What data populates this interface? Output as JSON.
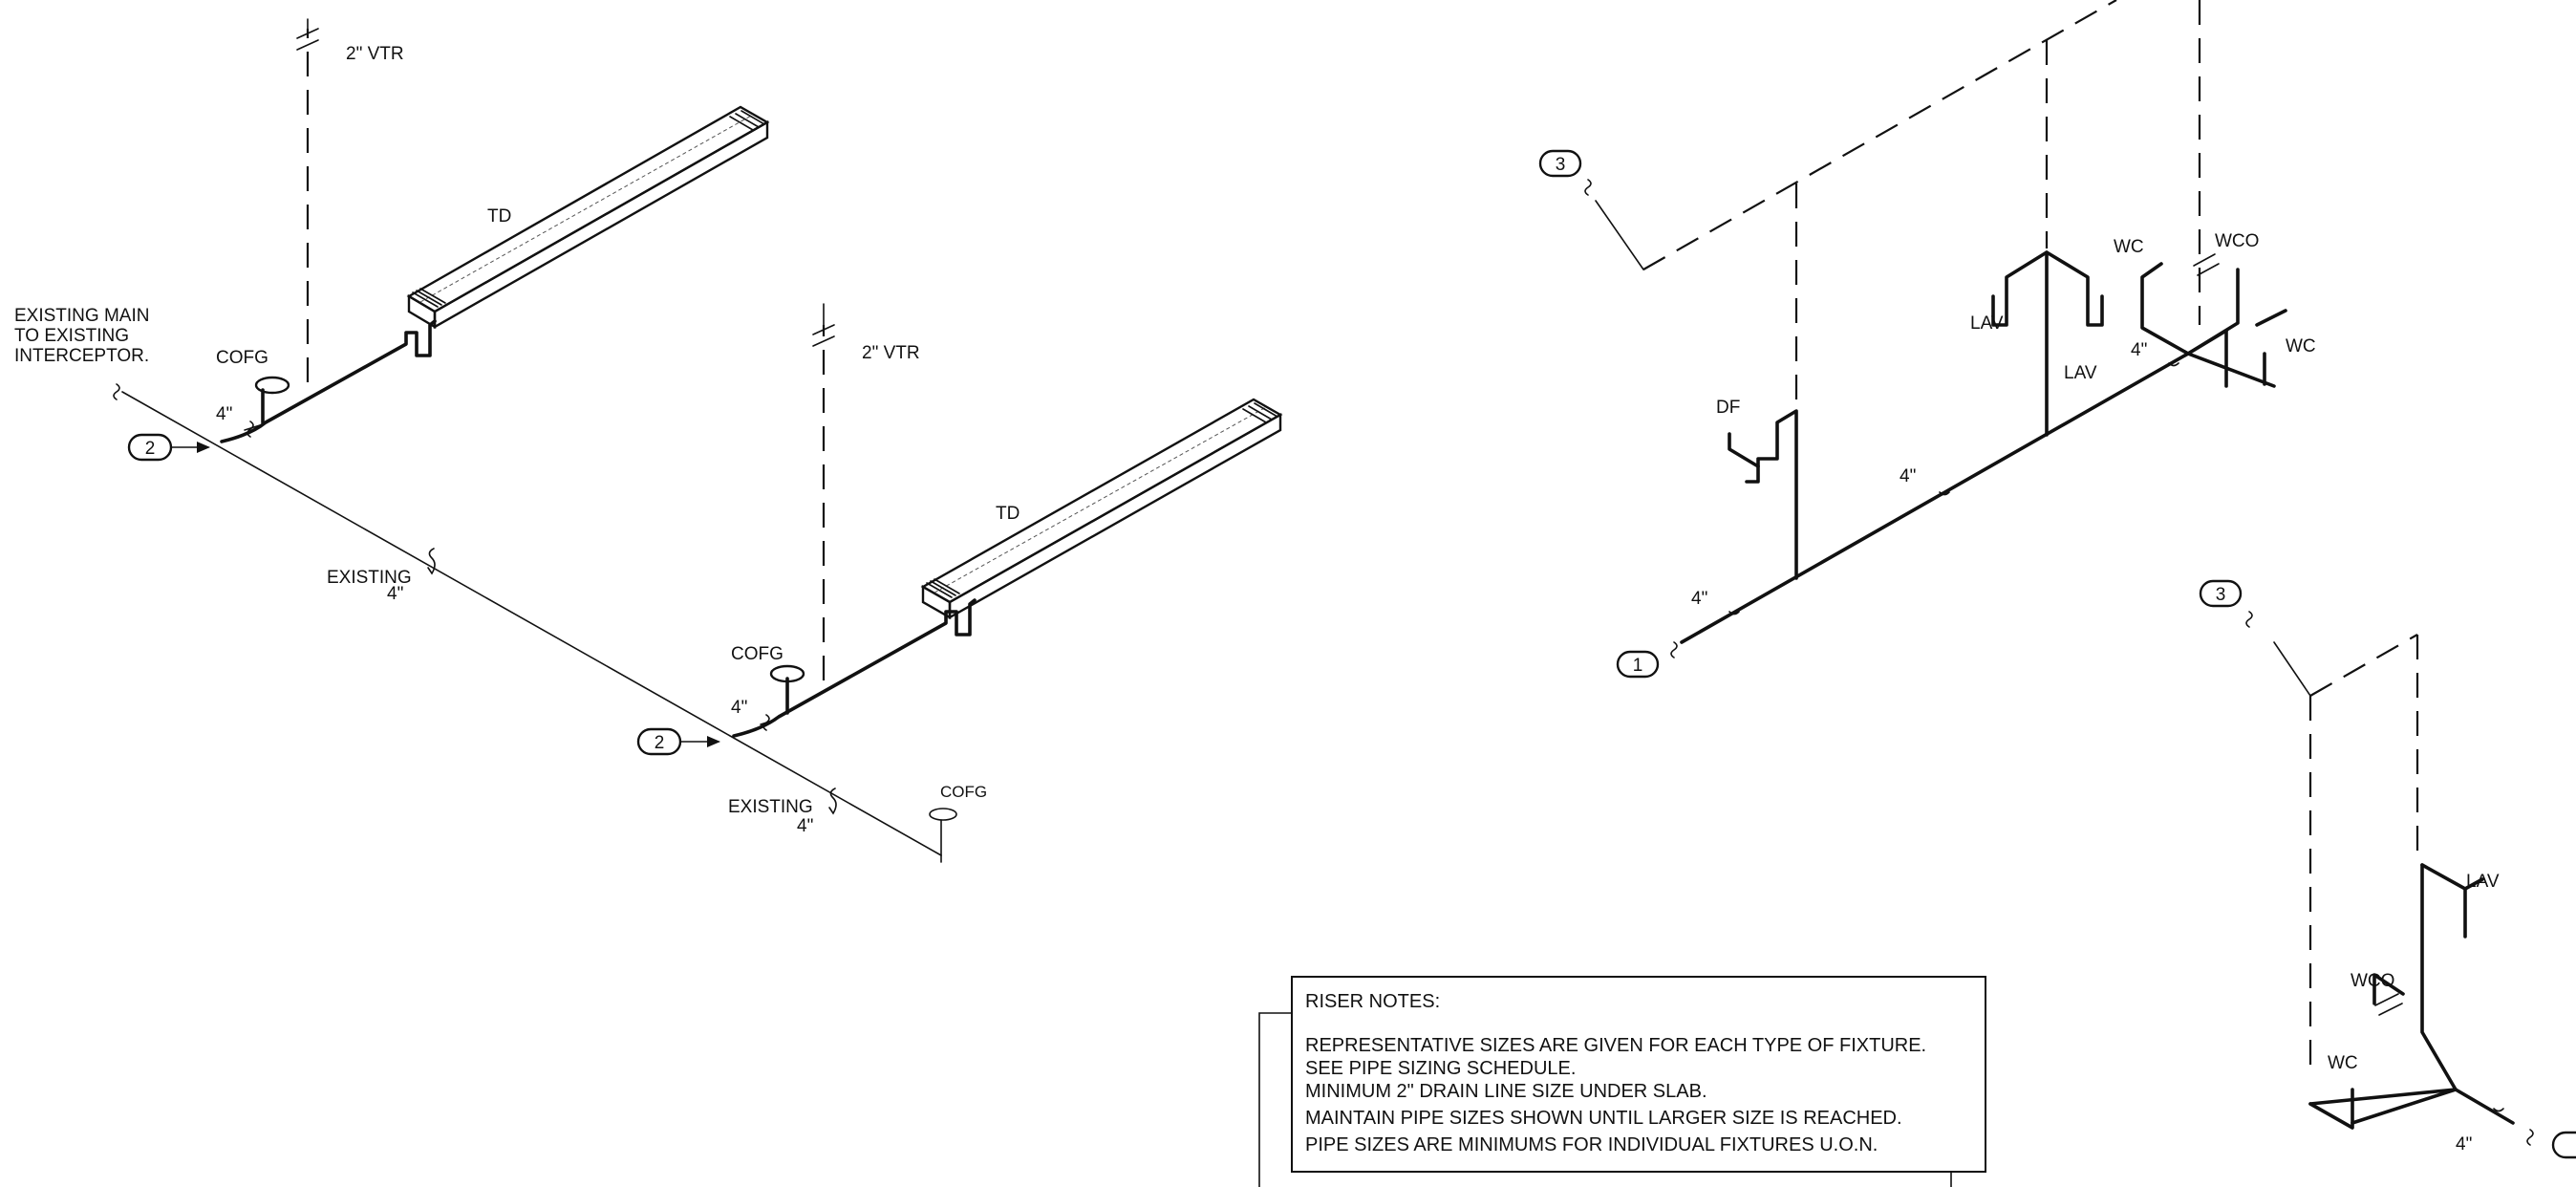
{
  "labels": {
    "vtr_1": "2\" VTR",
    "vtr_2": "2\" VTR",
    "td_1": "TD",
    "td_2": "TD",
    "existing_main": [
      "EXISTING MAIN",
      "TO EXISTING",
      "INTERCEPTOR."
    ],
    "cofg_1": "COFG",
    "cofg_2": "COFG",
    "cofg_3": "COFG",
    "size_4in": "4\"",
    "existing": "EXISTING",
    "df": "DF",
    "lav": "LAV",
    "wc": "WC",
    "wco": "WCO"
  },
  "callouts": {
    "bubble_1": "1",
    "bubble_2a": "2",
    "bubble_2b": "2",
    "bubble_3a": "3",
    "bubble_3b": "3"
  },
  "riser_notes": {
    "title": "RISER NOTES:",
    "lines": [
      "REPRESENTATIVE SIZES ARE GIVEN FOR EACH TYPE OF FIXTURE.",
      "SEE PIPE SIZING SCHEDULE.",
      "MINIMUM 2\" DRAIN LINE SIZE UNDER SLAB.",
      "MAINTAIN PIPE SIZES SHOWN UNTIL LARGER SIZE IS REACHED.",
      "PIPE SIZES ARE MINIMUMS FOR INDIVIDUAL FIXTURES U.O.N."
    ]
  }
}
